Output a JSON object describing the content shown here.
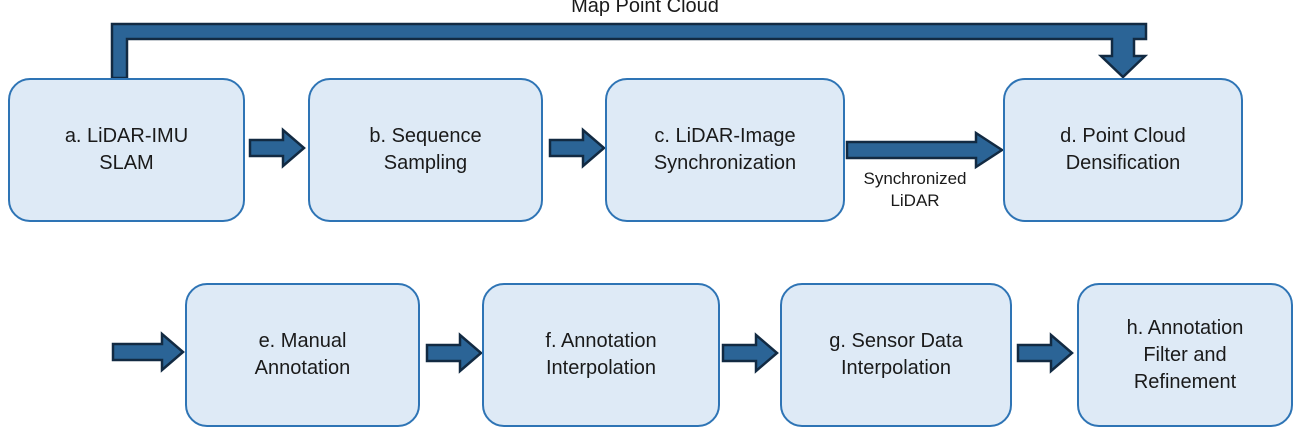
{
  "diagram": {
    "type": "flowchart",
    "nodes": [
      {
        "id": "a",
        "label": "a. LiDAR-IMU\nSLAM"
      },
      {
        "id": "b",
        "label": "b. Sequence\nSampling"
      },
      {
        "id": "c",
        "label": "c. LiDAR-Image\nSynchronization"
      },
      {
        "id": "d",
        "label": "d. Point Cloud\nDensification"
      },
      {
        "id": "e",
        "label": "e. Manual\nAnnotation"
      },
      {
        "id": "f",
        "label": "f. Annotation\nInterpolation"
      },
      {
        "id": "g",
        "label": "g. Sensor Data\nInterpolation"
      },
      {
        "id": "h",
        "label": "h. Annotation\nFilter and\nRefinement"
      }
    ],
    "edges": [
      {
        "from": "a",
        "to": "d",
        "label": "Map Point Cloud",
        "style": "elbow-over-top"
      },
      {
        "from": "a",
        "to": "b",
        "label": ""
      },
      {
        "from": "b",
        "to": "c",
        "label": ""
      },
      {
        "from": "c",
        "to": "d",
        "label": "Synchronized\nLiDAR"
      },
      {
        "from": "d",
        "to": "e",
        "label": "",
        "style": "row-wrap-entry"
      },
      {
        "from": "e",
        "to": "f",
        "label": ""
      },
      {
        "from": "f",
        "to": "g",
        "label": ""
      },
      {
        "from": "g",
        "to": "h",
        "label": ""
      }
    ],
    "colors": {
      "box_fill": "#DEEAF6",
      "box_border": "#2E74B5",
      "arrow_fill": "#2B6496",
      "arrow_border": "#122A42",
      "text_color": "#1A1A1A"
    }
  }
}
